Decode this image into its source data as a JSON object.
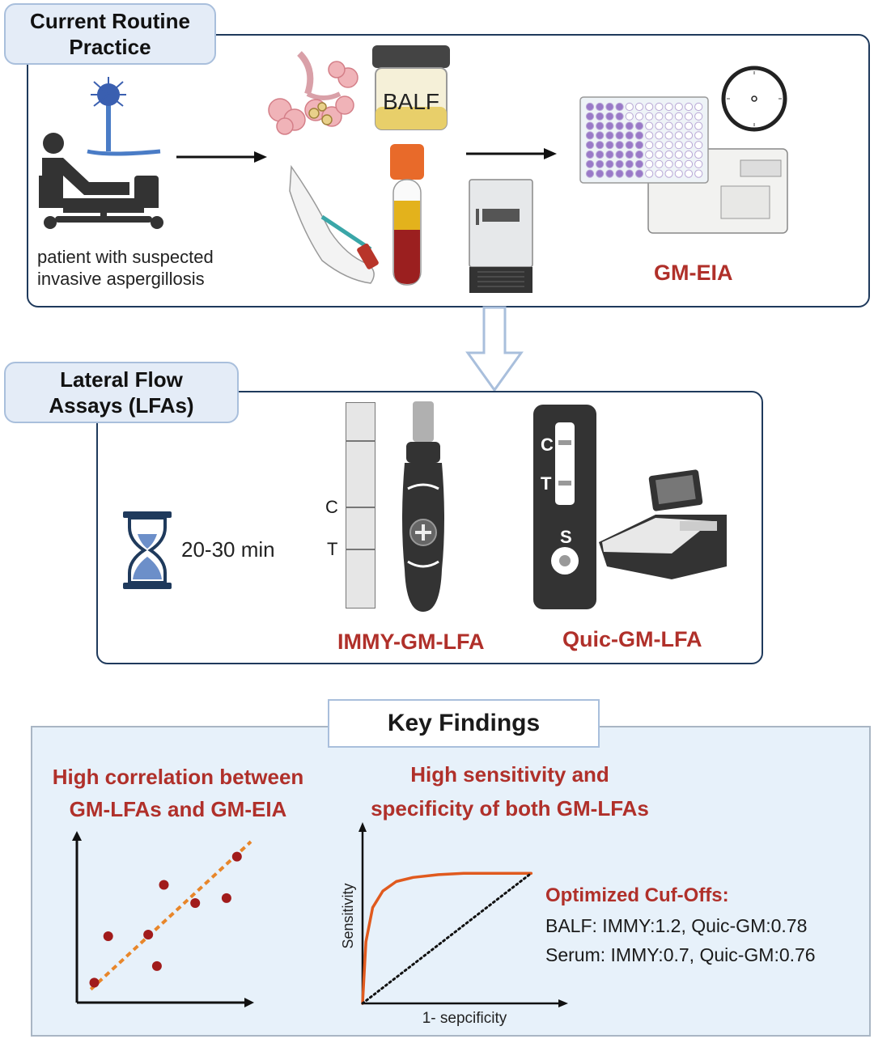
{
  "routine": {
    "title_line1": "Current Routine",
    "title_line2": "Practice",
    "patient_line1": "patient with suspected",
    "patient_line2": "invasive aspergillosis",
    "balf_label": "BALF",
    "assay_label": "GM-EIA"
  },
  "lfa": {
    "title_line1": "Lateral Flow",
    "title_line2": "Assays (LFAs)",
    "time_label": "20-30 min",
    "strip_c": "C",
    "strip_t": "T",
    "immy_label": "IMMY-GM-LFA",
    "cassette_c": "C",
    "cassette_t": "T",
    "cassette_s": "S",
    "quic_label": "Quic-GM-LFA"
  },
  "findings": {
    "title": "Key Findings",
    "left_line1": "High correlation between",
    "left_line2": "GM-LFAs and GM-EIA",
    "right_line1": "High sensitivity and",
    "right_line2": "specificity of both GM-LFAs",
    "cutoff_title": "Optimized Cuf-Offs:",
    "cutoff_balf": "BALF: IMMY:1.2, Quic-GM:0.78",
    "cutoff_serum": "Serum: IMMY:0.7, Quic-GM:0.76"
  },
  "chart_data": [
    {
      "type": "scatter",
      "title": "",
      "xlabel": "",
      "ylabel": "",
      "points": [
        {
          "x": 0.1,
          "y": 0.12
        },
        {
          "x": 0.18,
          "y": 0.4
        },
        {
          "x": 0.41,
          "y": 0.41
        },
        {
          "x": 0.46,
          "y": 0.22
        },
        {
          "x": 0.5,
          "y": 0.71
        },
        {
          "x": 0.68,
          "y": 0.6
        },
        {
          "x": 0.86,
          "y": 0.63
        },
        {
          "x": 0.92,
          "y": 0.88
        }
      ],
      "trendline": {
        "x": [
          0.08,
          1.0
        ],
        "y": [
          0.08,
          0.97
        ],
        "style": "dashed",
        "color": "#e8862a"
      },
      "xlim": [
        0,
        1.0
      ],
      "ylim": [
        0,
        1.0
      ],
      "point_color": "#a11b1b"
    },
    {
      "type": "line",
      "title": "",
      "xlabel": "1- sepcificity",
      "ylabel": "Sensitivity",
      "series": [
        {
          "x": [
            0,
            0.02,
            0.06,
            0.12,
            0.2,
            0.3,
            0.45,
            0.6,
            1.0
          ],
          "y": [
            0,
            0.45,
            0.7,
            0.82,
            0.89,
            0.92,
            0.94,
            0.95,
            0.95
          ],
          "color": "#e05a1e"
        },
        {
          "x": [
            0,
            1.0
          ],
          "y": [
            0,
            0.95
          ],
          "color": "#111111",
          "style": "dotted"
        }
      ],
      "xlim": [
        0,
        1.2
      ],
      "ylim": [
        0,
        1.3
      ]
    }
  ],
  "colors": {
    "panel_border": "#1f3a5c",
    "tag_fill": "#e4ecf7",
    "highlight_red": "#b0302a",
    "findings_bg": "#e7f1fa"
  }
}
